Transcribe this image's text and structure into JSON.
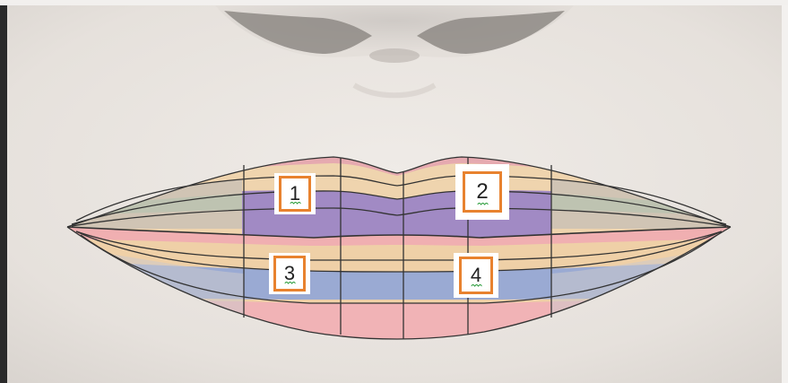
{
  "image": {
    "subject": "lips",
    "colors": {
      "skin": "#e9e4df",
      "nose_shadow": "#9e9995",
      "upper_top_pink": "#e6aab0",
      "upper_peach": "#efd4ae",
      "upper_green": "#c7d2a7",
      "upper_violet": "#a18ac4",
      "lower_pink": "#f0afb1",
      "lower_peach": "#efd0a7",
      "lower_blue": "#9aaad3",
      "lower_bottom_pink": "#f1b3b6",
      "grid_line": "#333333",
      "label_border": "#e8822f"
    }
  },
  "labels": [
    {
      "id": "1",
      "text": "1"
    },
    {
      "id": "2",
      "text": "2"
    },
    {
      "id": "3",
      "text": "3"
    },
    {
      "id": "4",
      "text": "4"
    }
  ]
}
